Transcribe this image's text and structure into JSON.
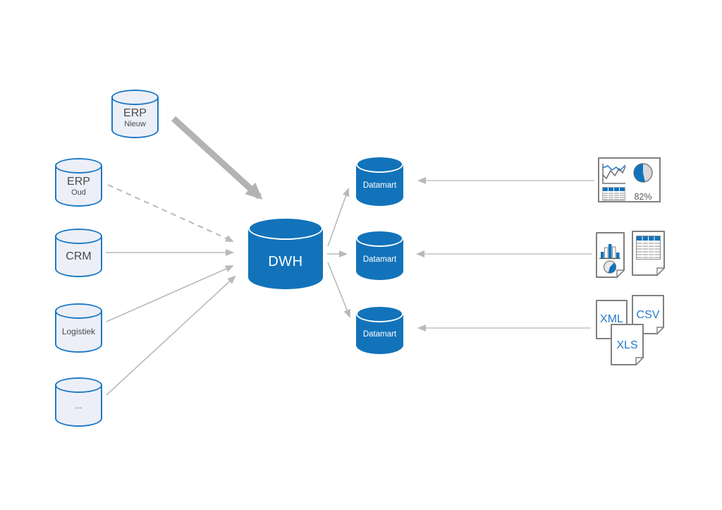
{
  "sources": [
    {
      "label": "ERP",
      "sublabel": "Nieuw"
    },
    {
      "label": "ERP",
      "sublabel": "Oud"
    },
    {
      "label": "CRM"
    },
    {
      "label": "Logistiek"
    },
    {
      "label": "..."
    }
  ],
  "warehouse": {
    "label": "DWH"
  },
  "datamarts": [
    {
      "label": "Datamart"
    },
    {
      "label": "Datamart"
    },
    {
      "label": "Datamart"
    }
  ],
  "outputs": {
    "dashboard": {
      "percent_label": "82%"
    },
    "files": [
      {
        "label": "XML"
      },
      {
        "label": "CSV"
      },
      {
        "label": "XLS"
      }
    ]
  },
  "colors": {
    "primary_blue": "#1273BA",
    "cylinder_fill": "#ECEFF8",
    "cylinder_stroke": "#1E7AC4",
    "arrow_gray": "#B9B9B9",
    "thick_arrow_gray": "#B3B3B3",
    "icon_stroke_gray": "#808080",
    "file_label_blue": "#2779C7",
    "text_dark_gray": "#4A4A4A",
    "percent_text_gray": "#595959"
  }
}
